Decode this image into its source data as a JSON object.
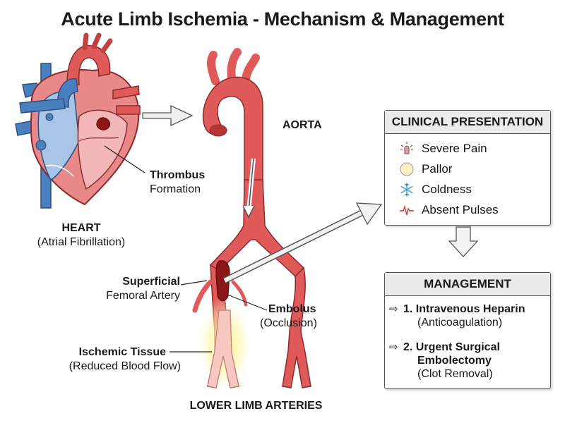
{
  "title": "Acute Limb Ischemia - Mechanism & Management",
  "heart": {
    "name": "HEART",
    "cause": "(Atrial Fibrillation)"
  },
  "thrombus": {
    "name": "Thrombus",
    "desc": "Formation"
  },
  "aorta": "AORTA",
  "sfa": {
    "name": "Superficial",
    "desc": "Femoral Artery"
  },
  "embolus": {
    "name": "Embolus",
    "desc": "(Occlusion)"
  },
  "ischemic": {
    "name": "Ischemic Tissue",
    "desc": "(Reduced Blood Flow)"
  },
  "lower_limb": "LOWER LIMB ARTERIES",
  "clinical": {
    "heading": "CLINICAL PRESENTATION",
    "items": [
      {
        "icon": "pain-icon",
        "label": "Severe Pain"
      },
      {
        "icon": "pallor-circle-icon",
        "label": "Pallor"
      },
      {
        "icon": "snowflake-icon",
        "label": "Coldness"
      },
      {
        "icon": "pulse-line-icon",
        "label": "Absent Pulses"
      }
    ]
  },
  "management": {
    "heading": "MANAGEMENT",
    "items": [
      {
        "line1": "1. Intravenous Heparin",
        "sub": "(Anticoagulation)"
      },
      {
        "line1": "2. Urgent Surgical",
        "line2": "Embolectomy",
        "sub": "(Clot Removal)"
      }
    ]
  },
  "colors": {
    "artery": "#e05a5a",
    "artery_dark": "#b63434",
    "vein": "#4a80c0",
    "clot": "#8a1616",
    "glow": "#fff08a"
  }
}
